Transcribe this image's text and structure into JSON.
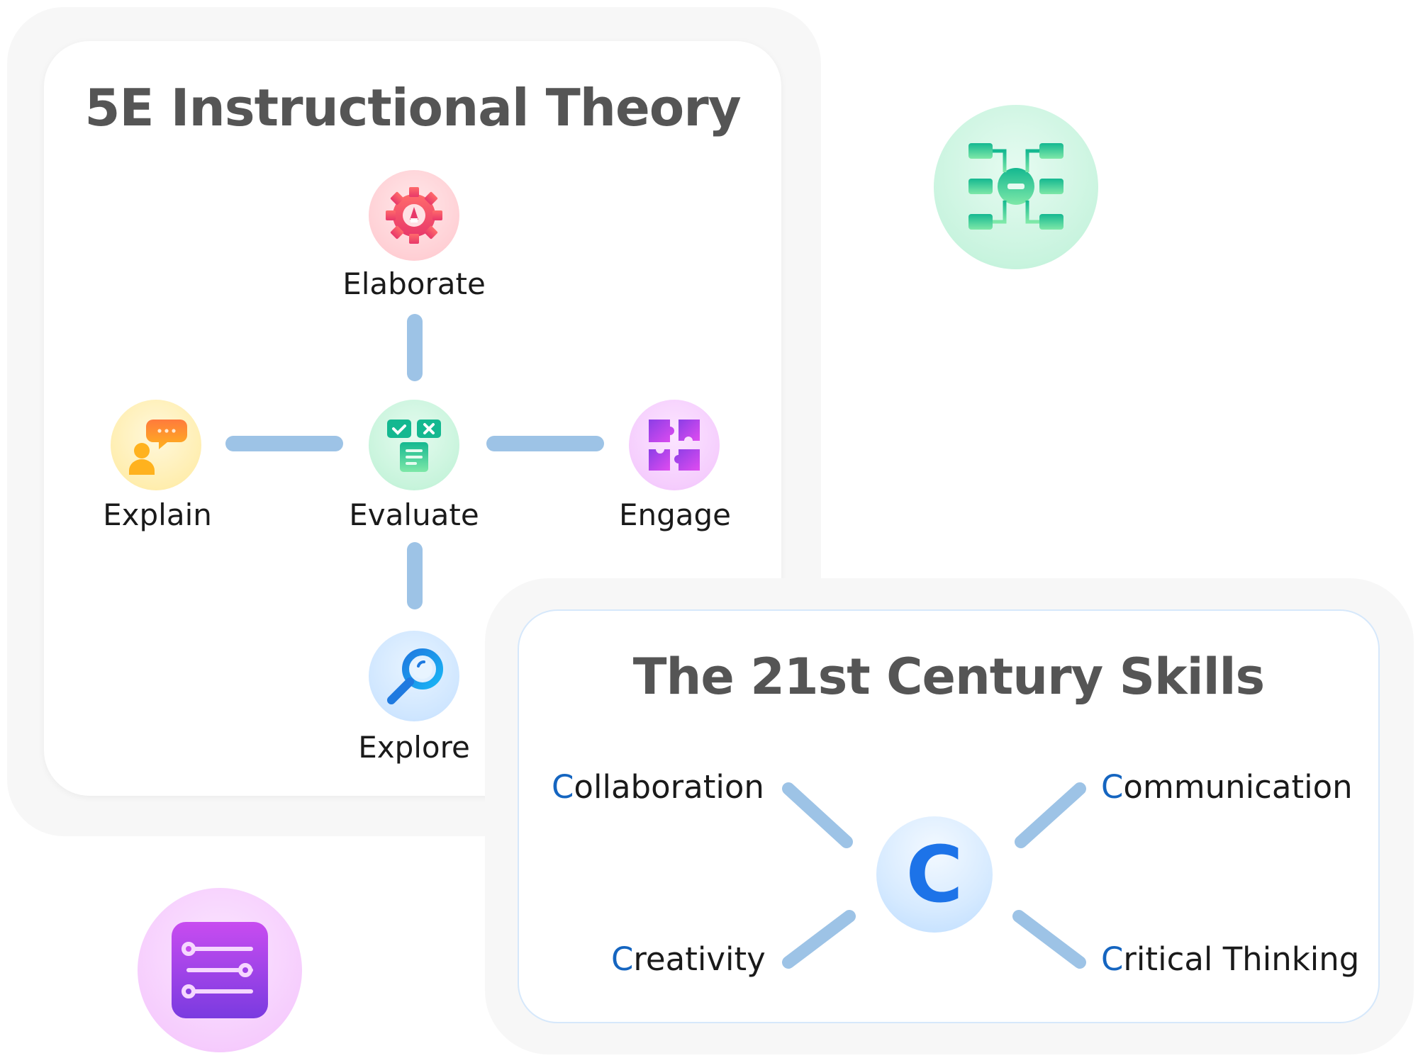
{
  "theory_card": {
    "title": "5E Instructional Theory",
    "nodes": [
      {
        "key": "elaborate",
        "label": "Elaborate",
        "icon": "gear-icon"
      },
      {
        "key": "explain",
        "label": "Explain",
        "icon": "chat-person-icon"
      },
      {
        "key": "evaluate",
        "label": "Evaluate",
        "icon": "checklist-icon"
      },
      {
        "key": "engage",
        "label": "Engage",
        "icon": "puzzle-icon"
      },
      {
        "key": "explore",
        "label": "Explore",
        "icon": "magnifier-icon"
      }
    ]
  },
  "skills_card": {
    "title": "The 21st Century Skills",
    "center_letter": "C",
    "skills": [
      {
        "initial": "C",
        "rest": "ollaboration"
      },
      {
        "initial": "C",
        "rest": "ommunication"
      },
      {
        "initial": "C",
        "rest": "reativity"
      },
      {
        "initial": "C",
        "rest": "ritical Thinking"
      }
    ]
  },
  "decorations": [
    {
      "name": "flowchart-icon",
      "color": "#1fc79a"
    },
    {
      "name": "sliders-list-icon",
      "color": "#c44cf2"
    }
  ],
  "colors": {
    "connector": "#9dc3e6",
    "title_text": "#555555",
    "accent_blue": "#1565c0"
  }
}
